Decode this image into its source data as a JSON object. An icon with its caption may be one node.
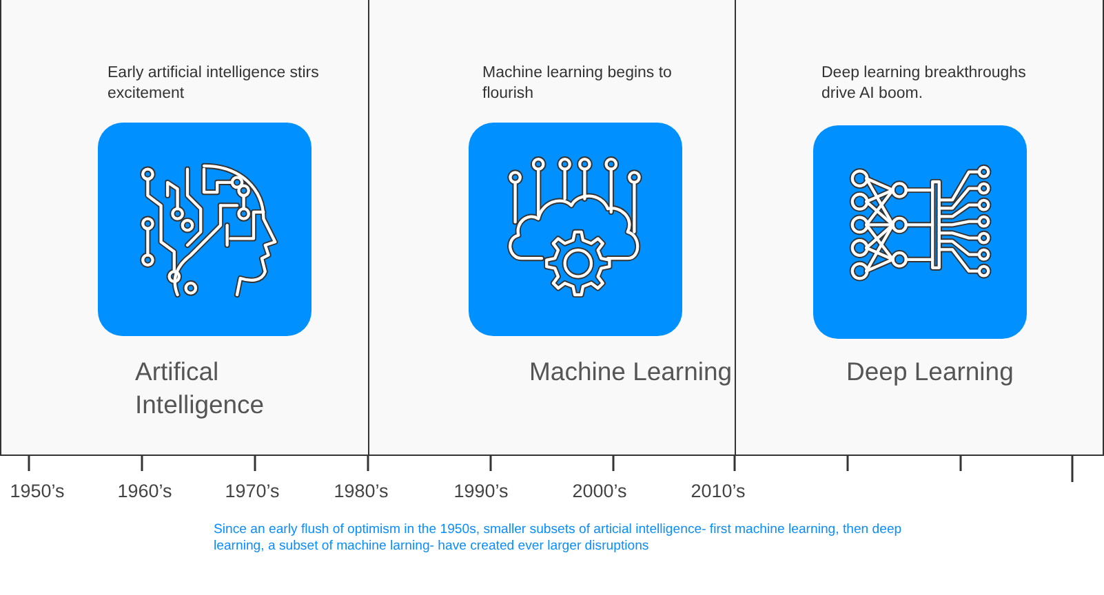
{
  "diagram": {
    "caption": "Since an early flush of optimism in the 1950s, smaller subsets of articial intelligence- first machine learning, then deep learning, a subset of machine larning- have created ever larger disruptions",
    "nodes": [
      {
        "text": [
          "Early artificial intelligence stirs excitement",
          "Artifical Intelligence"
        ]
      },
      {
        "text": [
          "Machine learning begins to flourish",
          "Machine Learning"
        ]
      },
      {
        "text": [
          "Deep learning breakthroughs drive AI boom.",
          "Deep Learning"
        ]
      }
    ],
    "labels": [
      "1950’s",
      "1960’s",
      "1970’s",
      "1980’s",
      "1990’s",
      "2000’s",
      "2010’s"
    ]
  }
}
